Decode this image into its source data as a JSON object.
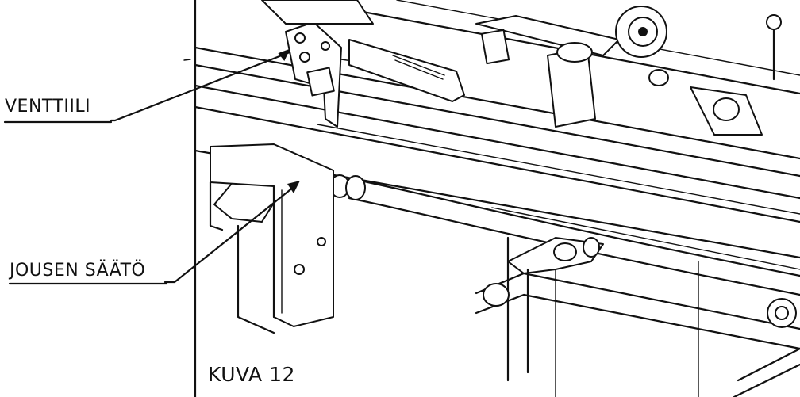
{
  "callouts": {
    "valve": "VENTTIILI",
    "spring_adjust": "JOUSEN SÄÄTÖ"
  },
  "figure": {
    "caption": "KUVA 12"
  }
}
